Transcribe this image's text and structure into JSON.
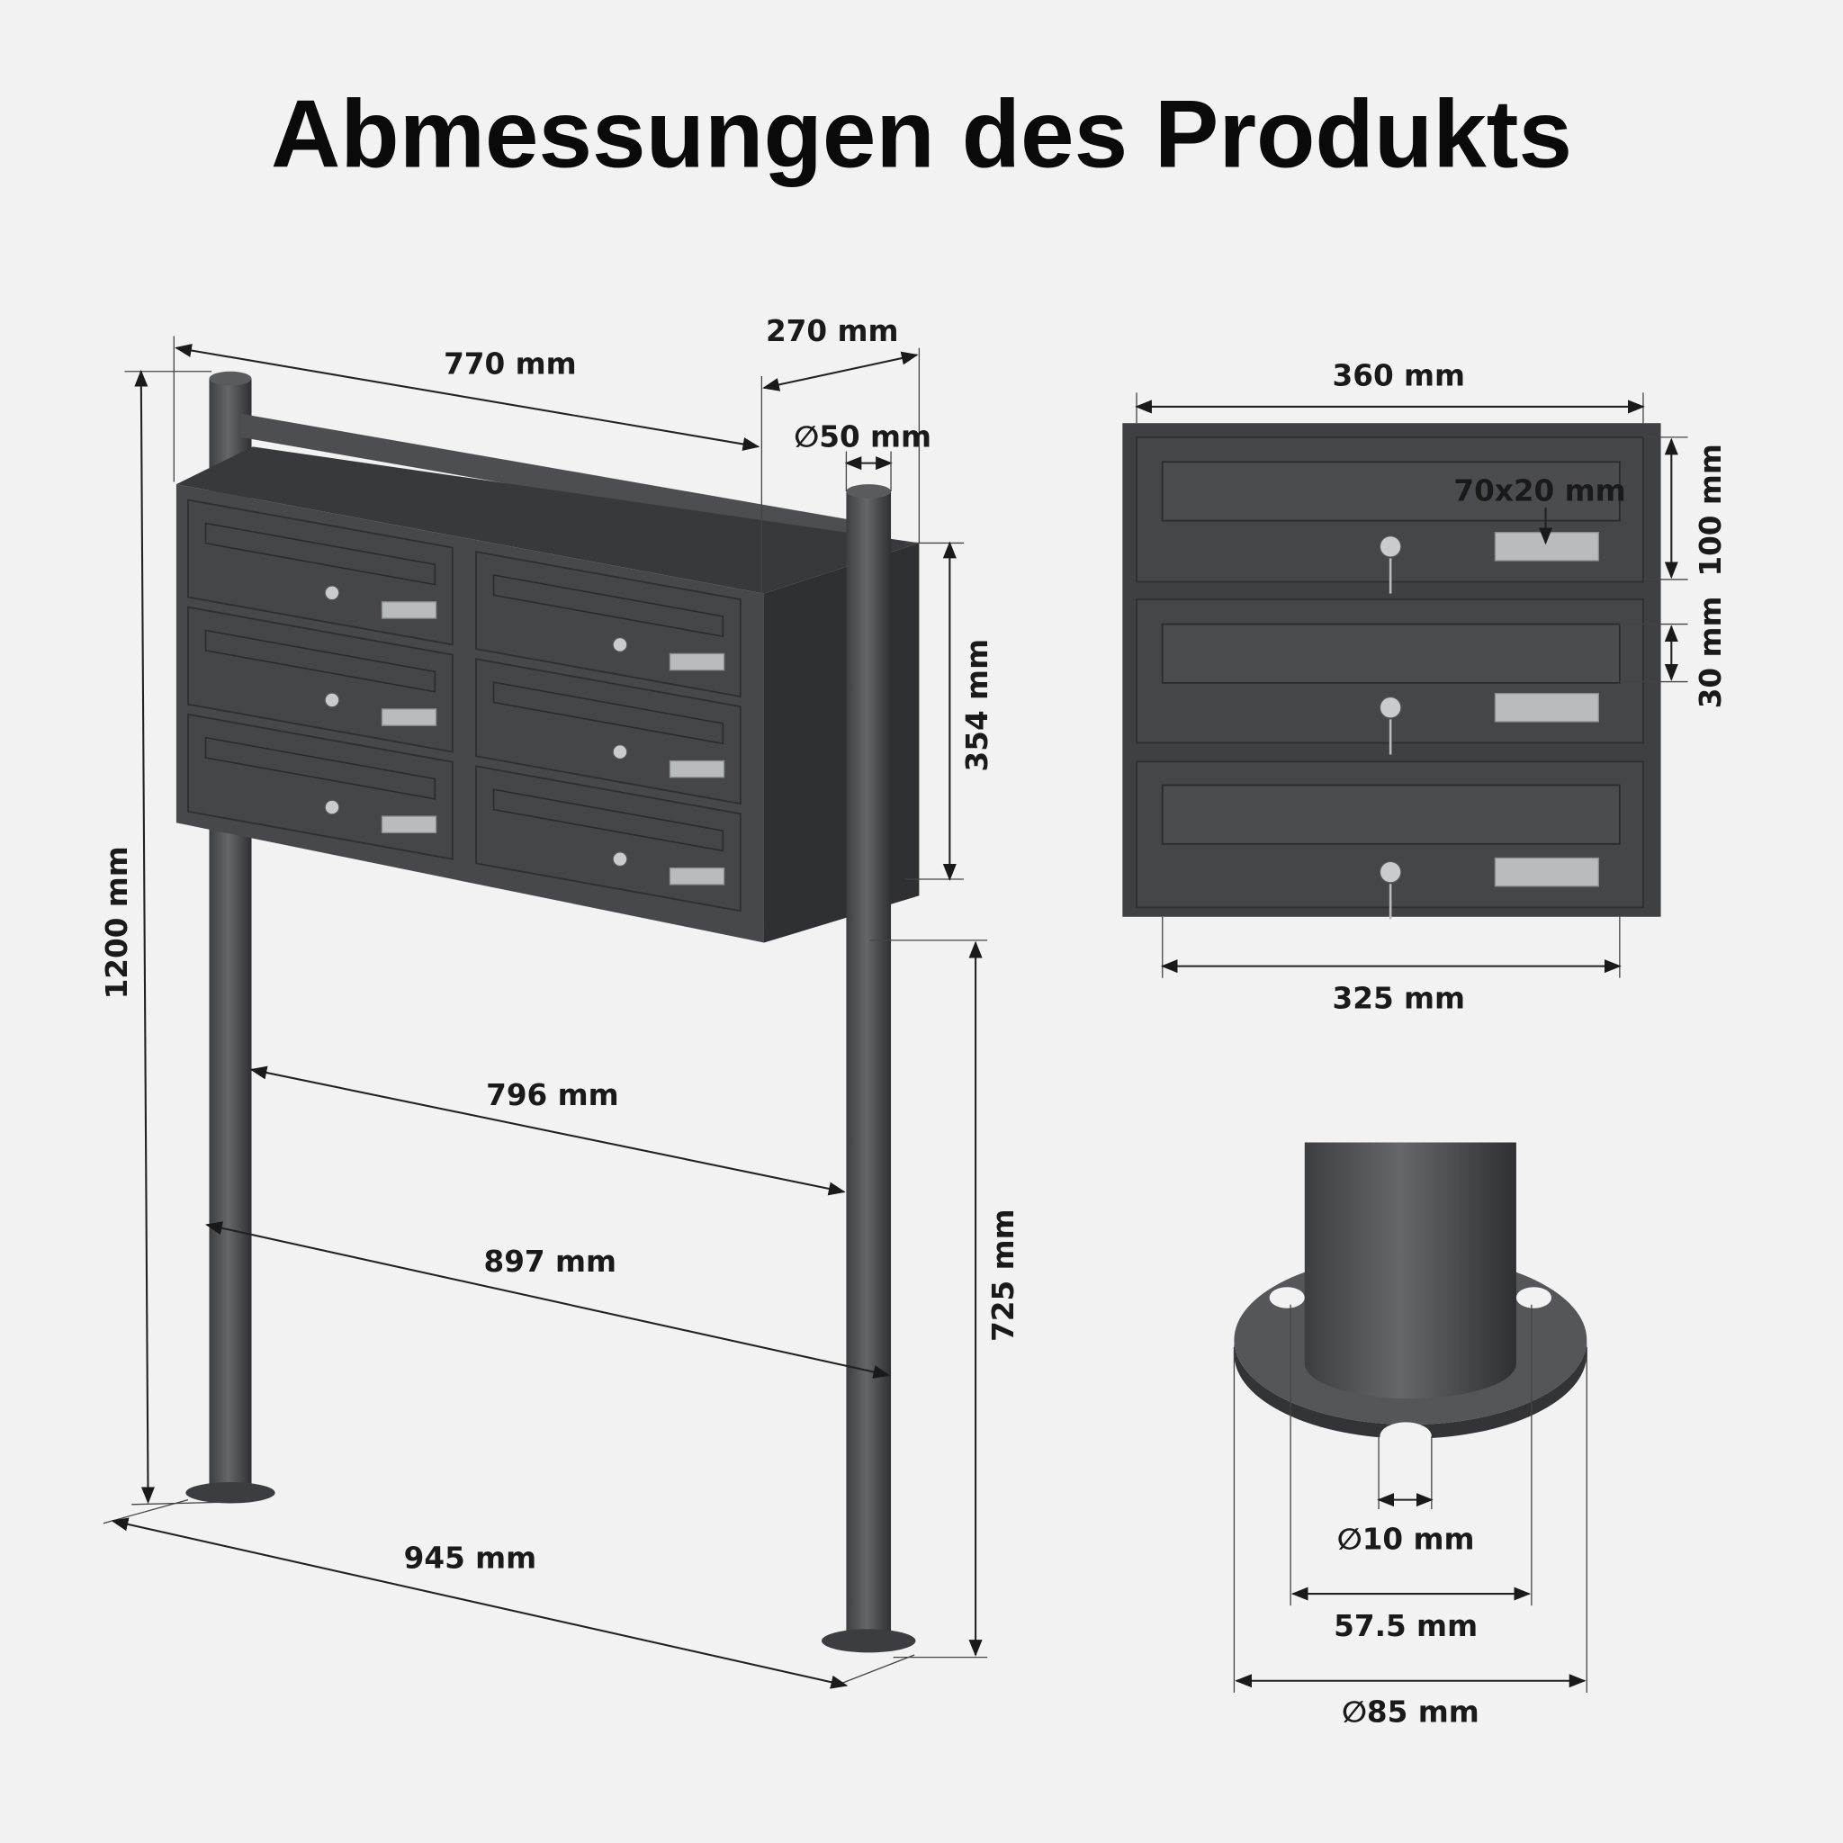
{
  "title": "Abmessungen des Produkts",
  "colors": {
    "background": "#f2f2f2",
    "product": "#4a4b4f",
    "text": "#1a1a1a"
  },
  "dimensions": {
    "box_width": "770 mm",
    "box_depth": "270 mm",
    "post_diameter": "∅50 mm",
    "box_height": "354 mm",
    "total_height": "1200 mm",
    "inner_post_distance": "796 mm",
    "post_axis_distance": "897 mm",
    "total_width": "945 mm",
    "ground_clearance": "725 mm",
    "door_width": "360 mm",
    "name_plate": "70x20 mm",
    "door_height": "100 mm",
    "slot_height": "30 mm",
    "slot_width": "325 mm",
    "hole_diameter": "∅10 mm",
    "hole_distance": "57.5 mm",
    "flange_diameter": "∅85 mm"
  }
}
